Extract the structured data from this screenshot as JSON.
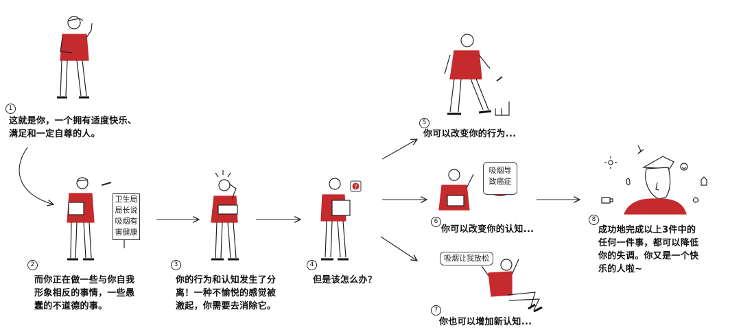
{
  "steps": [
    {
      "num": "1",
      "text": "这就是你，一个拥有适度快乐、\n满足和一定自尊的人。"
    },
    {
      "num": "2",
      "text": "而你正在做一些与你自我\n形象相反的事情，一些愚\n蠢的不道德的事。"
    },
    {
      "num": "3",
      "text": "你的行为和认知发生了分\n离！一种不愉悦的感觉被\n激起，你需要去消除它。"
    },
    {
      "num": "4",
      "text": "但是该怎么办？"
    },
    {
      "num": "5",
      "text": "你可以改变你的行为..."
    },
    {
      "num": "6",
      "text": "你可以改变你的认知..."
    },
    {
      "num": "7",
      "text": "你也可以增加新认知..."
    },
    {
      "num": "8",
      "text": "成功地完成以上3件中的\n任何一件事，都可以降低\n你的失调。你又是一个快\n乐的人啦~"
    }
  ],
  "sign_text": "卫生局\n局长说\n吸烟有\n害健康",
  "crossed_bubble_text": "吸烟导\n致癌症",
  "relax_bubble_text": "吸烟让我放松",
  "question_badge": "?",
  "colors": {
    "accent": "#c52a2c",
    "line": "#222222"
  }
}
